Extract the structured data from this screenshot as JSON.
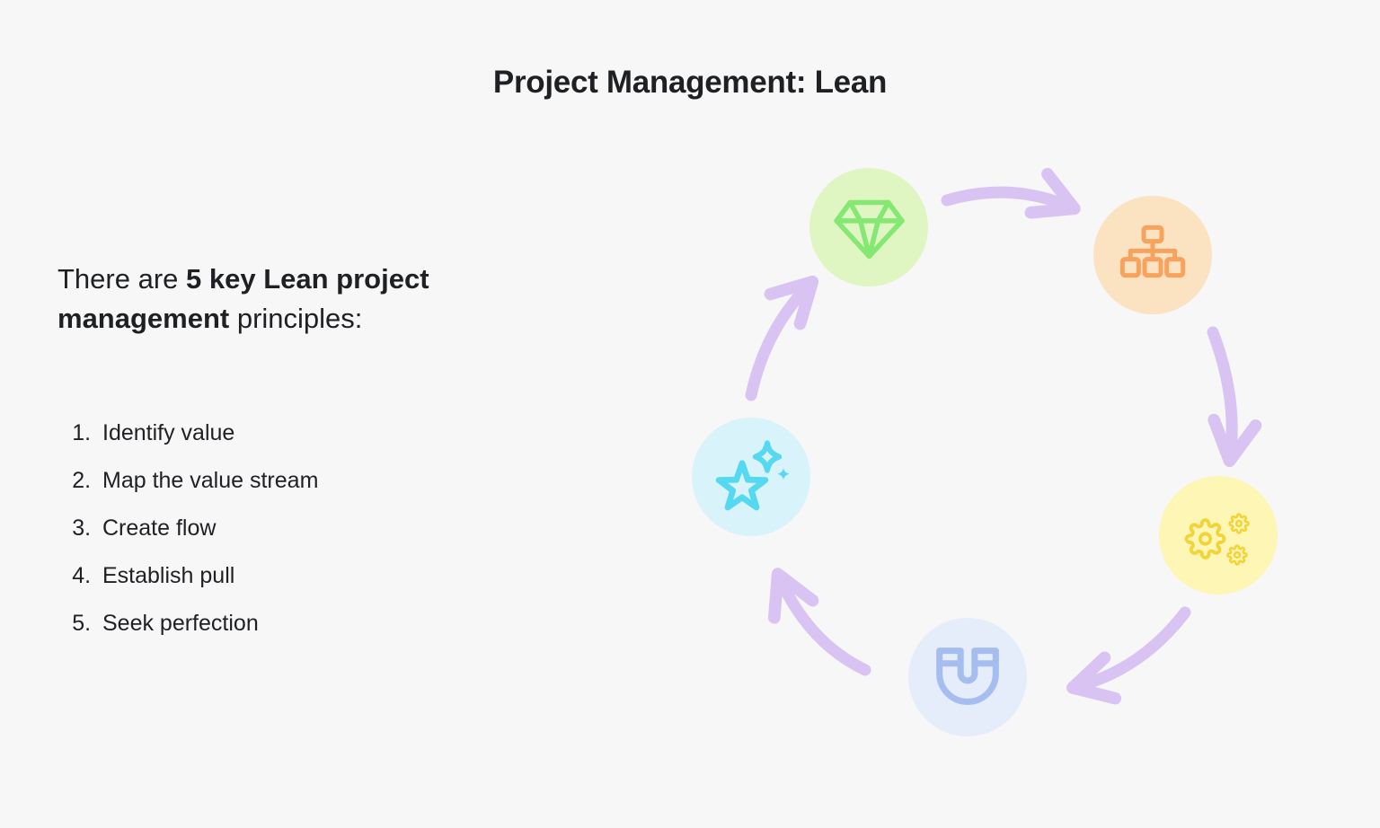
{
  "title": "Project Management: Lean",
  "intro": {
    "prefix": "There are ",
    "bold": "5 key Lean project management",
    "suffix": " principles:"
  },
  "principles": {
    "items": [
      "Identify value",
      "Map the value stream",
      "Create flow",
      "Establish pull",
      "Seek perfection"
    ]
  },
  "cycle": {
    "direction": "clockwise",
    "arrow_color": "#d9c3f2",
    "steps": [
      {
        "icon": "diamond-icon",
        "circle_color": "#dff5c2",
        "icon_color": "#84e873"
      },
      {
        "icon": "org-chart-icon",
        "circle_color": "#fbe2c1",
        "icon_color": "#f8a25e"
      },
      {
        "icon": "gears-icon",
        "circle_color": "#fdf6b5",
        "icon_color": "#f2d338"
      },
      {
        "icon": "magnet-icon",
        "circle_color": "#e5ecfa",
        "icon_color": "#a6bdf0"
      },
      {
        "icon": "star-sparkles-icon",
        "circle_color": "#d8f3fa",
        "icon_color": "#55d8f0"
      }
    ]
  },
  "colors": {
    "background": "#f7f7f8",
    "text": "#1f2024"
  }
}
